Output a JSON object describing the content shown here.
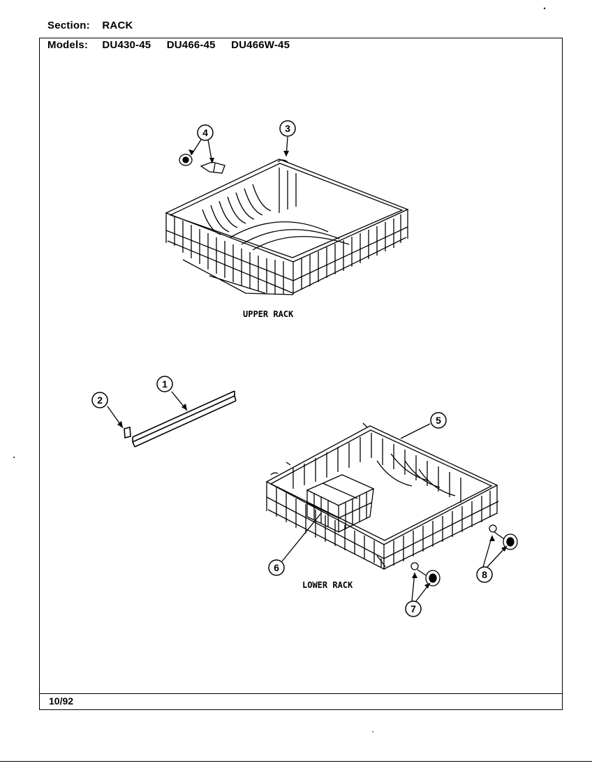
{
  "header": {
    "section_label": "Section:",
    "section_value": "RACK",
    "models_label": "Models:",
    "models": [
      "DU430-45",
      "DU466-45",
      "DU466W-45"
    ]
  },
  "diagram": {
    "upper_rack_label": "UPPER RACK",
    "lower_rack_label": "LOWER RACK",
    "callouts": [
      "1",
      "2",
      "3",
      "4",
      "5",
      "6",
      "7",
      "8"
    ]
  },
  "footer": {
    "date": "10/92"
  }
}
